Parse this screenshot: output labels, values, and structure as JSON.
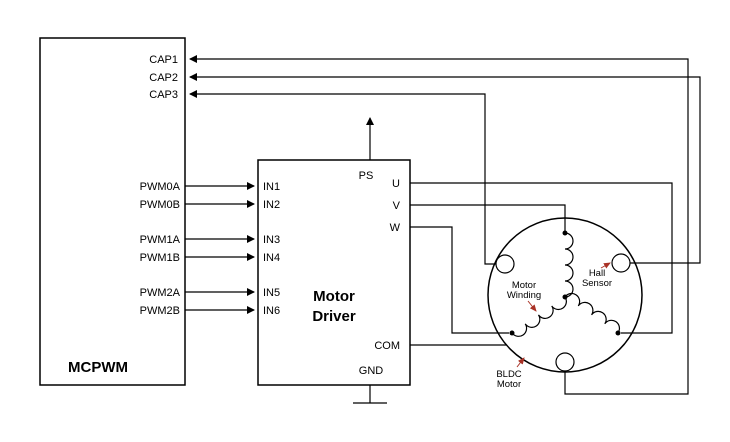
{
  "colors": {
    "wire": "#000000",
    "annotation_arrow": "#a93226",
    "background": "#ffffff"
  },
  "mcpwm": {
    "title": "MCPWM",
    "cap_pins": [
      "CAP1",
      "CAP2",
      "CAP3"
    ],
    "pwm_pins": [
      "PWM0A",
      "PWM0B",
      "PWM1A",
      "PWM1B",
      "PWM2A",
      "PWM2B"
    ]
  },
  "motor_driver": {
    "title_lines": [
      "Motor",
      "Driver"
    ],
    "in_pins": [
      "IN1",
      "IN2",
      "IN3",
      "IN4",
      "IN5",
      "IN6"
    ],
    "phase_pins": [
      "U",
      "V",
      "W"
    ],
    "ps_pin": "PS",
    "com_pin": "COM",
    "gnd_pin": "GND"
  },
  "motor": {
    "winding_label_lines": [
      "Motor",
      "Winding"
    ],
    "hall_label_lines": [
      "Hall",
      "Sensor"
    ],
    "name_label_lines": [
      "BLDC",
      "Motor"
    ]
  }
}
